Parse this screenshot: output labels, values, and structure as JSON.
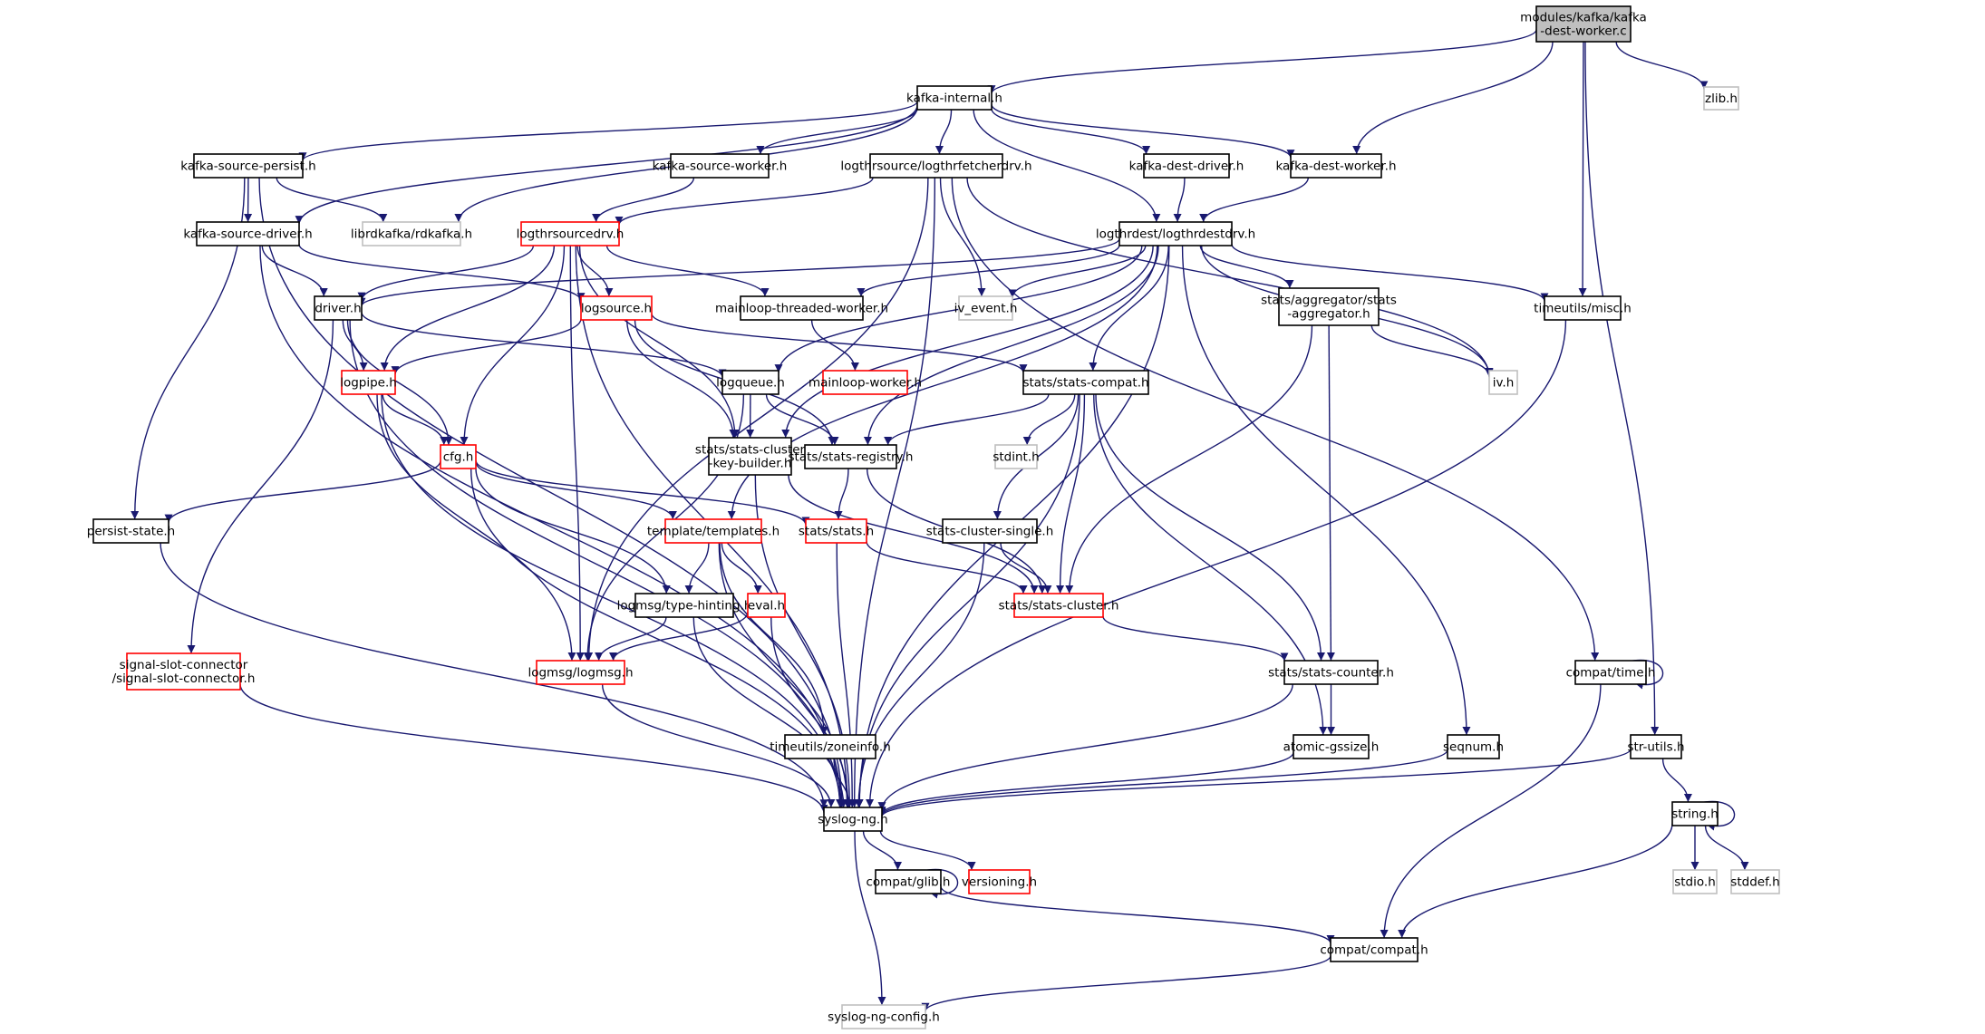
{
  "diagram": {
    "type": "include-dependency-graph",
    "colors": {
      "edge": "#191970",
      "root_fill": "#bfbfbf",
      "normal_border": "#000000",
      "truncated_border": "#ff0000",
      "external_border": "#bfbfbf",
      "external_text": "#555555"
    },
    "nodes": [
      {
        "id": "root",
        "label": [
          "modules/kafka/kafka",
          "-dest-worker.c"
        ],
        "kind": "root"
      },
      {
        "id": "zlib",
        "label": [
          "zlib.h"
        ],
        "kind": "external"
      },
      {
        "id": "kafka_internal",
        "label": [
          "kafka-internal.h"
        ],
        "kind": "normal"
      },
      {
        "id": "kafka_source_persist",
        "label": [
          "kafka-source-persist.h"
        ],
        "kind": "normal"
      },
      {
        "id": "kafka_source_worker",
        "label": [
          "kafka-source-worker.h"
        ],
        "kind": "normal"
      },
      {
        "id": "logthrfetcherdrv",
        "label": [
          "logthrsource/logthrfetcherdrv.h"
        ],
        "kind": "normal"
      },
      {
        "id": "kafka_dest_driver",
        "label": [
          "kafka-dest-driver.h"
        ],
        "kind": "normal"
      },
      {
        "id": "kafka_dest_worker",
        "label": [
          "kafka-dest-worker.h"
        ],
        "kind": "normal"
      },
      {
        "id": "kafka_source_driver",
        "label": [
          "kafka-source-driver.h"
        ],
        "kind": "normal"
      },
      {
        "id": "rdkafka",
        "label": [
          "librdkafka/rdkafka.h"
        ],
        "kind": "external"
      },
      {
        "id": "logthrsourcedrv",
        "label": [
          "logthrsourcedrv.h"
        ],
        "kind": "truncated"
      },
      {
        "id": "logthrdestdrv",
        "label": [
          "logthrdest/logthrdestdrv.h"
        ],
        "kind": "normal"
      },
      {
        "id": "driver",
        "label": [
          "driver.h"
        ],
        "kind": "normal"
      },
      {
        "id": "logsource",
        "label": [
          "logsource.h"
        ],
        "kind": "truncated"
      },
      {
        "id": "mainloop_tw",
        "label": [
          "mainloop-threaded-worker.h"
        ],
        "kind": "normal"
      },
      {
        "id": "iv_event",
        "label": [
          "iv_event.h"
        ],
        "kind": "external"
      },
      {
        "id": "stats_aggregator",
        "label": [
          "stats/aggregator/stats",
          "-aggregator.h"
        ],
        "kind": "normal"
      },
      {
        "id": "timeutils_misc",
        "label": [
          "timeutils/misc.h"
        ],
        "kind": "normal"
      },
      {
        "id": "logpipe",
        "label": [
          "logpipe.h"
        ],
        "kind": "truncated"
      },
      {
        "id": "logqueue",
        "label": [
          "logqueue.h"
        ],
        "kind": "normal"
      },
      {
        "id": "mainloop_worker",
        "label": [
          "mainloop-worker.h"
        ],
        "kind": "truncated"
      },
      {
        "id": "stats_compat",
        "label": [
          "stats/stats-compat.h"
        ],
        "kind": "normal"
      },
      {
        "id": "iv",
        "label": [
          "iv.h"
        ],
        "kind": "external"
      },
      {
        "id": "cfg",
        "label": [
          "cfg.h"
        ],
        "kind": "truncated"
      },
      {
        "id": "stats_ckb",
        "label": [
          "stats/stats-cluster",
          "-key-builder.h"
        ],
        "kind": "normal"
      },
      {
        "id": "stats_registry",
        "label": [
          "stats/stats-registry.h"
        ],
        "kind": "normal"
      },
      {
        "id": "stdint",
        "label": [
          "stdint.h"
        ],
        "kind": "external"
      },
      {
        "id": "persist_state",
        "label": [
          "persist-state.h"
        ],
        "kind": "normal"
      },
      {
        "id": "templates",
        "label": [
          "template/templates.h"
        ],
        "kind": "truncated"
      },
      {
        "id": "stats_stats",
        "label": [
          "stats/stats.h"
        ],
        "kind": "truncated"
      },
      {
        "id": "stats_cluster_single",
        "label": [
          "stats-cluster-single.h"
        ],
        "kind": "normal"
      },
      {
        "id": "type_hinting",
        "label": [
          "logmsg/type-hinting.h"
        ],
        "kind": "normal"
      },
      {
        "id": "eval",
        "label": [
          "eval.h"
        ],
        "kind": "truncated"
      },
      {
        "id": "stats_cluster",
        "label": [
          "stats/stats-cluster.h"
        ],
        "kind": "truncated"
      },
      {
        "id": "signal_slot",
        "label": [
          "signal-slot-connector",
          "/signal-slot-connector.h"
        ],
        "kind": "truncated"
      },
      {
        "id": "logmsg",
        "label": [
          "logmsg/logmsg.h"
        ],
        "kind": "truncated"
      },
      {
        "id": "stats_counter",
        "label": [
          "stats/stats-counter.h"
        ],
        "kind": "normal"
      },
      {
        "id": "compat_time",
        "label": [
          "compat/time.h"
        ],
        "kind": "normal"
      },
      {
        "id": "zoneinfo",
        "label": [
          "timeutils/zoneinfo.h"
        ],
        "kind": "normal"
      },
      {
        "id": "atomic_gssize",
        "label": [
          "atomic-gssize.h"
        ],
        "kind": "normal"
      },
      {
        "id": "seqnum",
        "label": [
          "seqnum.h"
        ],
        "kind": "normal"
      },
      {
        "id": "str_utils",
        "label": [
          "str-utils.h"
        ],
        "kind": "normal"
      },
      {
        "id": "syslog_ng",
        "label": [
          "syslog-ng.h"
        ],
        "kind": "normal"
      },
      {
        "id": "string",
        "label": [
          "string.h"
        ],
        "kind": "normal"
      },
      {
        "id": "compat_glib",
        "label": [
          "compat/glib.h"
        ],
        "kind": "normal"
      },
      {
        "id": "versioning",
        "label": [
          "versioning.h"
        ],
        "kind": "truncated"
      },
      {
        "id": "stdio",
        "label": [
          "stdio.h"
        ],
        "kind": "external"
      },
      {
        "id": "stddef",
        "label": [
          "stddef.h"
        ],
        "kind": "external"
      },
      {
        "id": "compat_compat",
        "label": [
          "compat/compat.h"
        ],
        "kind": "normal"
      },
      {
        "id": "syslog_ng_config",
        "label": [
          "syslog-ng-config.h"
        ],
        "kind": "external"
      }
    ],
    "edges": [
      [
        "root",
        "kafka_internal"
      ],
      [
        "root",
        "kafka_dest_worker"
      ],
      [
        "root",
        "timeutils_misc"
      ],
      [
        "root",
        "str_utils"
      ],
      [
        "root",
        "zlib"
      ],
      [
        "kafka_internal",
        "kafka_source_persist"
      ],
      [
        "kafka_internal",
        "kafka_source_worker"
      ],
      [
        "kafka_internal",
        "logthrfetcherdrv"
      ],
      [
        "kafka_internal",
        "kafka_dest_driver"
      ],
      [
        "kafka_internal",
        "kafka_dest_worker"
      ],
      [
        "kafka_internal",
        "kafka_source_driver"
      ],
      [
        "kafka_internal",
        "rdkafka"
      ],
      [
        "kafka_internal",
        "logthrdestdrv"
      ],
      [
        "kafka_source_persist",
        "kafka_source_driver"
      ],
      [
        "kafka_source_persist",
        "rdkafka"
      ],
      [
        "kafka_source_persist",
        "persist_state"
      ],
      [
        "kafka_source_persist",
        "syslog_ng"
      ],
      [
        "kafka_source_worker",
        "logthrsourcedrv"
      ],
      [
        "logthrfetcherdrv",
        "logthrsourcedrv"
      ],
      [
        "logthrfetcherdrv",
        "iv_event"
      ],
      [
        "logthrfetcherdrv",
        "logmsg"
      ],
      [
        "logthrfetcherdrv",
        "iv"
      ],
      [
        "logthrfetcherdrv",
        "compat_time"
      ],
      [
        "logthrfetcherdrv",
        "syslog_ng"
      ],
      [
        "kafka_dest_driver",
        "logthrdestdrv"
      ],
      [
        "kafka_dest_worker",
        "logthrdestdrv"
      ],
      [
        "kafka_source_driver",
        "driver"
      ],
      [
        "kafka_source_driver",
        "logsource"
      ],
      [
        "kafka_source_driver",
        "syslog_ng"
      ],
      [
        "logthrsourcedrv",
        "driver"
      ],
      [
        "logthrsourcedrv",
        "logsource"
      ],
      [
        "logthrsourcedrv",
        "mainloop_tw"
      ],
      [
        "logthrsourcedrv",
        "logpipe"
      ],
      [
        "logthrsourcedrv",
        "cfg"
      ],
      [
        "logthrsourcedrv",
        "logmsg"
      ],
      [
        "logthrsourcedrv",
        "stats_ckb"
      ],
      [
        "logthrsourcedrv",
        "syslog_ng"
      ],
      [
        "logthrdestdrv",
        "driver"
      ],
      [
        "logthrdestdrv",
        "mainloop_tw"
      ],
      [
        "logthrdestdrv",
        "iv_event"
      ],
      [
        "logthrdestdrv",
        "stats_aggregator"
      ],
      [
        "logthrdestdrv",
        "timeutils_misc"
      ],
      [
        "logthrdestdrv",
        "logqueue"
      ],
      [
        "logthrdestdrv",
        "stats_compat"
      ],
      [
        "logthrdestdrv",
        "iv"
      ],
      [
        "logthrdestdrv",
        "stats_ckb"
      ],
      [
        "logthrdestdrv",
        "stats_registry"
      ],
      [
        "logthrdestdrv",
        "templates"
      ],
      [
        "logthrdestdrv",
        "seqnum"
      ],
      [
        "logthrdestdrv",
        "syslog_ng"
      ],
      [
        "driver",
        "logpipe"
      ],
      [
        "driver",
        "cfg"
      ],
      [
        "driver",
        "logqueue"
      ],
      [
        "driver",
        "signal_slot"
      ],
      [
        "driver",
        "syslog_ng"
      ],
      [
        "logsource",
        "logpipe"
      ],
      [
        "logsource",
        "stats_ckb"
      ],
      [
        "logsource",
        "stats_registry"
      ],
      [
        "logsource",
        "stats_compat"
      ],
      [
        "mainloop_tw",
        "mainloop_worker"
      ],
      [
        "stats_aggregator",
        "iv"
      ],
      [
        "stats_aggregator",
        "stats_cluster"
      ],
      [
        "stats_aggregator",
        "stats_counter"
      ],
      [
        "timeutils_misc",
        "syslog_ng"
      ],
      [
        "logpipe",
        "cfg"
      ],
      [
        "logpipe",
        "logmsg"
      ],
      [
        "logpipe",
        "syslog_ng"
      ],
      [
        "logqueue",
        "stats_ckb"
      ],
      [
        "logqueue",
        "stats_registry"
      ],
      [
        "logqueue",
        "logmsg"
      ],
      [
        "stats_compat",
        "stats_registry"
      ],
      [
        "stats_compat",
        "stdint"
      ],
      [
        "stats_compat",
        "stats_cluster_single"
      ],
      [
        "stats_compat",
        "stats_cluster"
      ],
      [
        "stats_compat",
        "stats_counter"
      ],
      [
        "stats_compat",
        "atomic_gssize"
      ],
      [
        "stats_compat",
        "syslog_ng"
      ],
      [
        "cfg",
        "persist_state"
      ],
      [
        "cfg",
        "templates"
      ],
      [
        "cfg",
        "stats_stats"
      ],
      [
        "cfg",
        "type_hinting"
      ],
      [
        "cfg",
        "syslog_ng"
      ],
      [
        "stats_ckb",
        "stats_cluster"
      ],
      [
        "stats_ckb",
        "syslog_ng"
      ],
      [
        "stats_registry",
        "stats_stats"
      ],
      [
        "stats_registry",
        "stats_cluster"
      ],
      [
        "persist_state",
        "syslog_ng"
      ],
      [
        "templates",
        "type_hinting"
      ],
      [
        "templates",
        "eval"
      ],
      [
        "templates",
        "zoneinfo"
      ],
      [
        "templates",
        "syslog_ng"
      ],
      [
        "stats_stats",
        "stats_cluster"
      ],
      [
        "stats_stats",
        "syslog_ng"
      ],
      [
        "stats_cluster_single",
        "stats_cluster"
      ],
      [
        "stats_cluster_single",
        "syslog_ng"
      ],
      [
        "type_hinting",
        "logmsg"
      ],
      [
        "type_hinting",
        "syslog_ng"
      ],
      [
        "eval",
        "logmsg"
      ],
      [
        "eval",
        "syslog_ng"
      ],
      [
        "stats_cluster",
        "stats_counter"
      ],
      [
        "signal_slot",
        "syslog_ng"
      ],
      [
        "logmsg",
        "syslog_ng"
      ],
      [
        "stats_counter",
        "atomic_gssize"
      ],
      [
        "stats_counter",
        "syslog_ng"
      ],
      [
        "compat_time",
        "compat_time"
      ],
      [
        "compat_time",
        "compat_compat"
      ],
      [
        "zoneinfo",
        "syslog_ng"
      ],
      [
        "atomic_gssize",
        "syslog_ng"
      ],
      [
        "seqnum",
        "syslog_ng"
      ],
      [
        "str_utils",
        "string"
      ],
      [
        "str_utils",
        "syslog_ng"
      ],
      [
        "syslog_ng",
        "compat_glib"
      ],
      [
        "syslog_ng",
        "versioning"
      ],
      [
        "syslog_ng",
        "syslog_ng_config"
      ],
      [
        "string",
        "string"
      ],
      [
        "string",
        "stdio"
      ],
      [
        "string",
        "stddef"
      ],
      [
        "string",
        "compat_compat"
      ],
      [
        "compat_glib",
        "compat_glib"
      ],
      [
        "compat_glib",
        "compat_compat"
      ],
      [
        "compat_compat",
        "syslog_ng_config"
      ]
    ]
  }
}
